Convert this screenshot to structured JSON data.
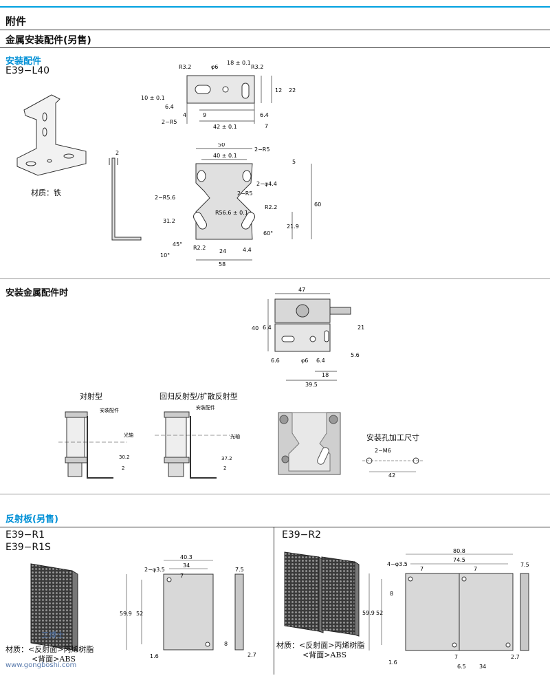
{
  "header": {
    "title": "附件"
  },
  "section_mounting": {
    "title": "金属安装配件(另售)",
    "subtitle": "安装配件",
    "model": "E39−L40",
    "material": "材质：铁",
    "dims_top": [
      "R3.2",
      "φ6",
      "18 ± 0.1",
      "R3.2",
      "10 ± 0.1",
      "6.4",
      "12",
      "22",
      "4",
      "9",
      "2−R5",
      "42 ± 0.1",
      "6.4",
      "7"
    ],
    "dims_bottom": [
      "50",
      "2−R5",
      "40 ± 0.1",
      "5",
      "2−φ4.4",
      "2−R5.6",
      "2−R5",
      "R2.2",
      "60",
      "R56.6 ± 0.1",
      "31.2",
      "21.9",
      "60°",
      "45°",
      "R2.2",
      "24",
      "4.4",
      "10°",
      "58"
    ],
    "dims_side": [
      "2"
    ]
  },
  "section_installed": {
    "title": "安装金属配件时",
    "dims_main": [
      "47",
      "40",
      "6.4",
      "21",
      "6.6",
      "φ6",
      "6.4",
      "5.6",
      "18",
      "39.5"
    ],
    "label_through": "对射型",
    "label_retro": "回归反射型/扩散反射型",
    "bracket_label": "安装配件",
    "axis_label": "光轴",
    "dims_through": [
      "30.2",
      "2"
    ],
    "dims_retro": [
      "37.2",
      "2"
    ],
    "hole_title": "安装孔加工尺寸",
    "hole_dims": [
      "2−M6",
      "42"
    ]
  },
  "section_reflector": {
    "title": "反射板(另售)",
    "model_r1": "E39−R1",
    "model_r1s": "E39−R1S",
    "model_r2": "E39−R2",
    "material_line1": "材质：<反射面>丙烯树脂",
    "material_line2": "<背面>ABS",
    "dims_r1": [
      "40.3",
      "2−φ3.5",
      "7",
      "34",
      "7.5",
      "59.9",
      "52",
      "8",
      "1.6",
      "2.7"
    ],
    "dims_r2": [
      "80.8",
      "4−φ3.5",
      "74.5",
      "7",
      "7",
      "7.5",
      "59.9",
      "52",
      "8",
      "1.6",
      "7",
      "6.5",
      "34",
      "2.7"
    ]
  },
  "watermark": {
    "text": "www.gongboshi.com",
    "brand": "工博士"
  }
}
